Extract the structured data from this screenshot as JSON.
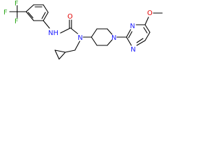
{
  "molecule": {
    "atoms": {
      "f_top": "F",
      "f_left": "F",
      "f_bottom": "F",
      "nh": "NH",
      "o_carbonyl": "O",
      "n_urea": "N",
      "n_piperidine": "N",
      "n_pyrimidine_top": "N",
      "n_pyrimidine_bottom": "N",
      "o_methoxy": "O"
    },
    "colors": {
      "bond": "#000000",
      "nitrogen": "#2020ff",
      "oxygen": "#e00000",
      "fluorine": "#33aa22",
      "carbon_text": "#000000"
    }
  }
}
